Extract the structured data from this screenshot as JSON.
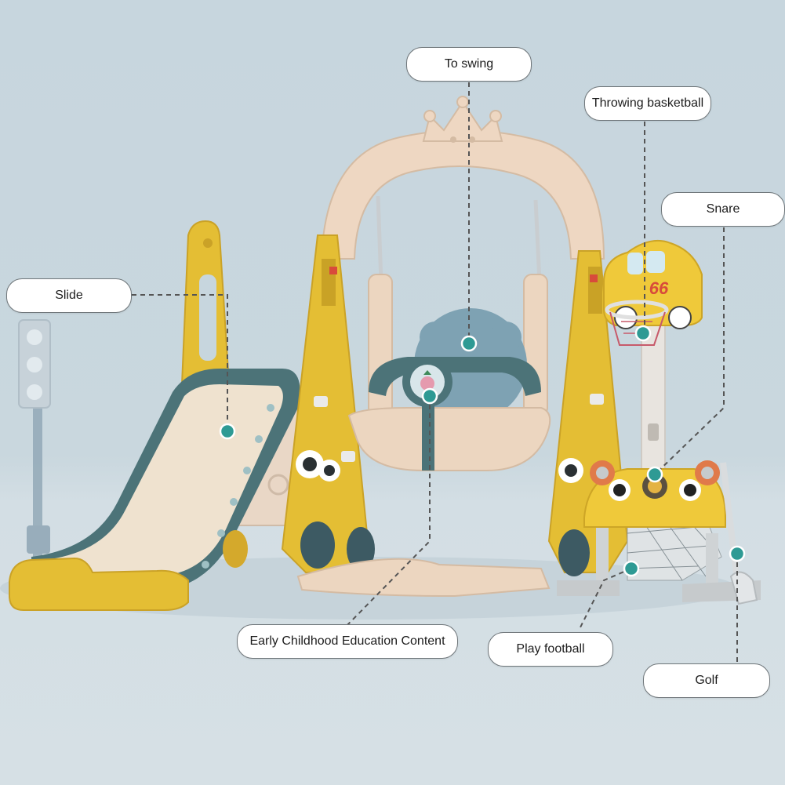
{
  "labels": {
    "to_swing": "To swing",
    "throwing_basketball": "Throwing basketball",
    "snare": "Snare",
    "slide": "Slide",
    "early_education": "Early Childhood Education Content",
    "play_football": "Play football",
    "golf": "Golf"
  },
  "car_number": "66",
  "colors": {
    "background": "#c8d6de",
    "yellow_frame": "#e9c63a",
    "slide_teal": "#4c7378",
    "slide_surface": "#efe2cf",
    "arch_beige": "#eed7c2",
    "seat_beige": "#ecd6c0",
    "bear_blue": "#7ea2b3",
    "hotspot_teal": "#2e9a94"
  }
}
